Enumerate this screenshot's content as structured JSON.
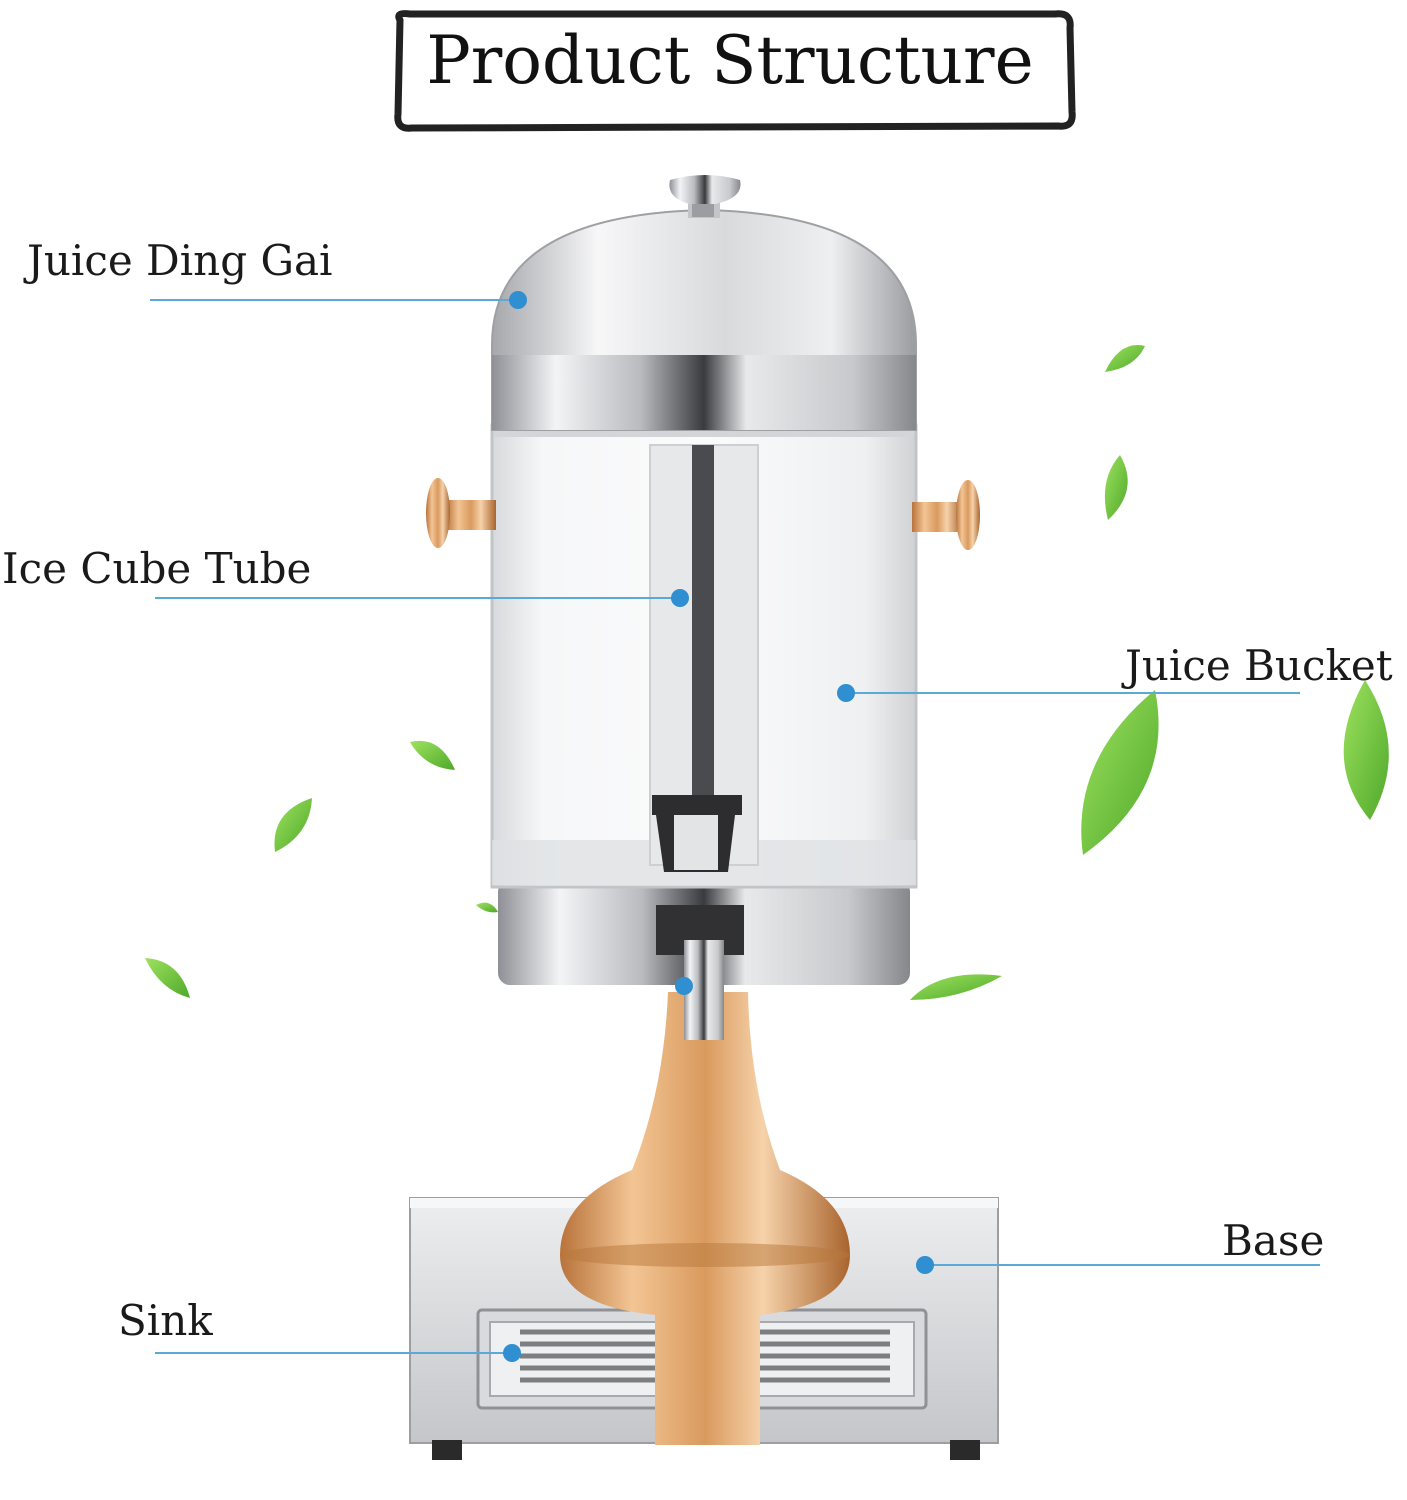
{
  "title": "Product Structure",
  "callouts": {
    "lid": "Juice Ding Gai",
    "ice_tube": "Ice Cube Tube",
    "bucket": "Juice Bucket",
    "base": "Base",
    "sink": "Sink"
  },
  "colors": {
    "callout_line": "#5aa9d6",
    "callout_dot": "#2f8fd0",
    "leaf_green": "#6cc23a",
    "rose_gold": "#e0a86f",
    "steel": "#c9cbcf"
  }
}
